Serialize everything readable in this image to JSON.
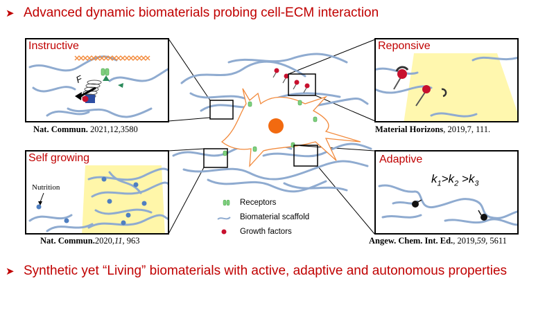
{
  "headings": {
    "top": "Advanced dynamic biomaterials probing cell-ECM interaction",
    "bottom": "Synthetic yet “Living” biomaterials with active, adaptive and autonomous properties"
  },
  "panels": {
    "instructive": {
      "label": "Instructive",
      "cite_journal": "Nat. Commun.",
      "cite_rest": " 2021,12,3580",
      "force_label": "F"
    },
    "responsive": {
      "label": "Reponsive",
      "cite_journal": "Material Horizons",
      "cite_rest": ", 2019,7, 111."
    },
    "self_growing": {
      "label": "Self growing",
      "nutrition_label": "Nutrition",
      "cite_journal": "Nat. Commun.",
      "cite_rest_a": "2020,",
      "cite_vol": "11",
      "cite_rest_b": ", 963"
    },
    "adaptive": {
      "label": "Adaptive",
      "rate_k1": "k",
      "rate_sub1": "1",
      "rate_gt1": ">k",
      "rate_sub2": "2",
      "rate_gt2": " >k",
      "rate_sub3": "3",
      "cite_journal": "Angew. Chem. Int. Ed.",
      "cite_rest_a": ", 2019,",
      "cite_vol": "59",
      "cite_rest_b": ", 5611"
    }
  },
  "legend": {
    "receptors": "Receptors",
    "scaffold": "Biomaterial scaffold",
    "growth_factors": "Growth factors"
  },
  "colors": {
    "accent_red": "#c00000",
    "fiber_blue": "#8fabd0",
    "cell_orange": "#f28a3c",
    "nucleus": "#f26a10",
    "receptor_green": "#7fd07f",
    "growth_factor_red": "#c8102e",
    "highlight_yellow": "#fff59a",
    "dot_blue": "#4f7fc1"
  }
}
